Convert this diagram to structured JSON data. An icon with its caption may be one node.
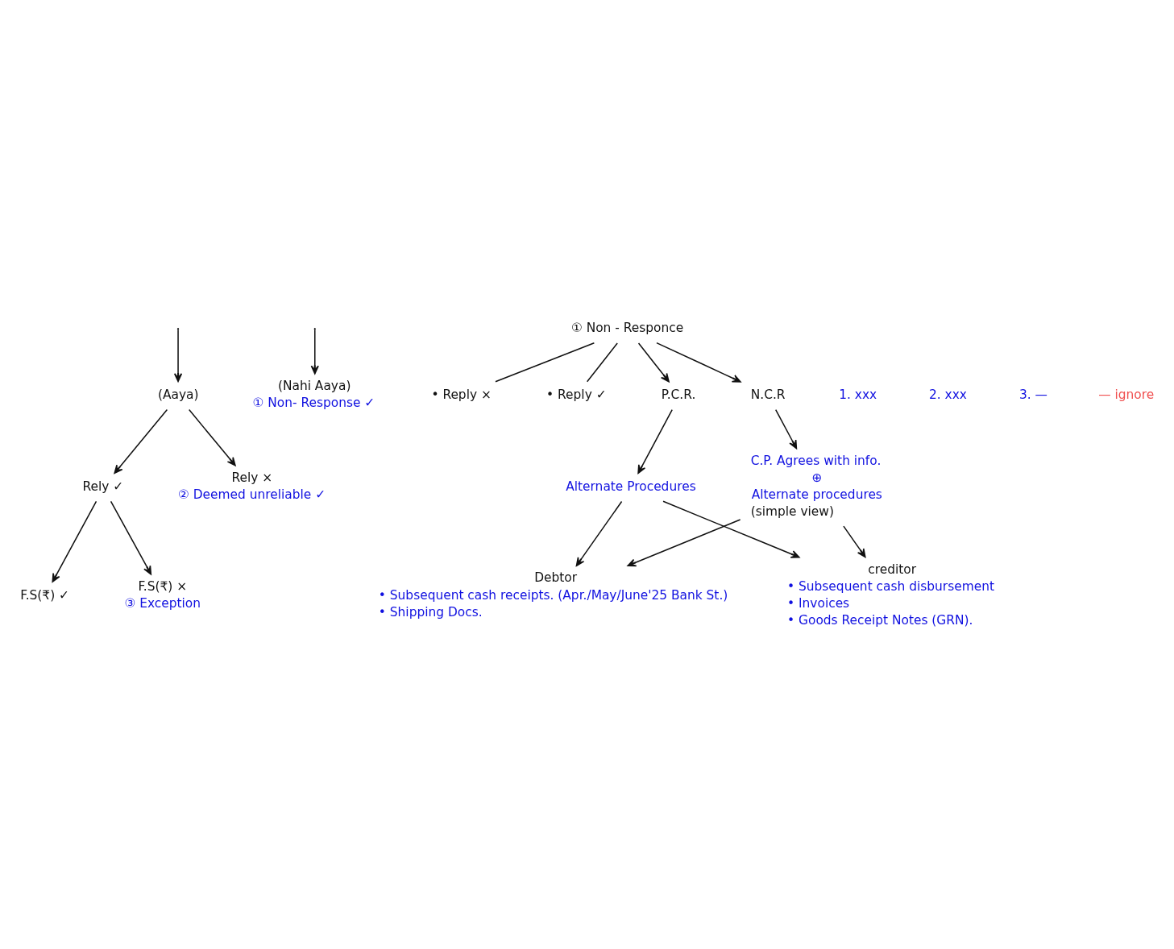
{
  "diagram": {
    "nodes": [
      {
        "text": [
          "(Aaya)"
        ]
      },
      {
        "text": [
          "(Nahi Aaya)"
        ],
        "beside": [
          "① Non- Response ✓"
        ]
      },
      {
        "text": [
          "Rely ✓"
        ]
      },
      {
        "text": [
          "Rely ×"
        ],
        "beside": [
          "② Deemed unreliable ✓"
        ]
      },
      {
        "text": [
          "F.S(₹) ✓"
        ]
      },
      {
        "text": [
          "F.S(₹) ×"
        ],
        "beside": [
          "③ Exception"
        ]
      },
      {
        "text": [
          "① Non - Responce"
        ]
      },
      {
        "text": [
          "• Reply ×"
        ]
      },
      {
        "text": [
          "• Reply ✓"
        ]
      },
      {
        "text": [
          "P.C.R."
        ]
      },
      {
        "text": [
          "N.C.R"
        ]
      },
      {
        "text": [
          "Alternate Procedures"
        ]
      },
      {
        "text": [
          "C.P. Agrees with info.",
          "⊕",
          "Alternate procedures"
        ],
        "beside": [
          "(simple view)"
        ]
      },
      {
        "text": [
          "Debtor"
        ],
        "beside": [
          "• Subsequent cash receipts. (Apr./May/June'25 Bank St.)",
          "• Shipping Docs."
        ]
      },
      {
        "text": [
          "creditor"
        ],
        "beside": [
          "• Subsequent cash disbursement",
          "• Invoices",
          "• Goods Receipt Notes (GRN)."
        ]
      }
    ],
    "edges": [
      {
        "from": null,
        "to": 0,
        "arrow": "to"
      },
      {
        "from": null,
        "to": 1,
        "arrow": "to"
      },
      {
        "from": 0,
        "to": 2,
        "arrow": "to"
      },
      {
        "from": 0,
        "to": 3,
        "arrow": "to"
      },
      {
        "from": 2,
        "to": 4,
        "arrow": "to"
      },
      {
        "from": 2,
        "to": 5,
        "arrow": "to"
      },
      {
        "from": 6,
        "to": 7,
        "arrow": "none"
      },
      {
        "from": 6,
        "to": 8,
        "arrow": "none"
      },
      {
        "from": 6,
        "to": 9,
        "arrow": "to"
      },
      {
        "from": 6,
        "to": 10,
        "arrow": "to"
      },
      {
        "from": 9,
        "to": 11,
        "arrow": "to"
      },
      {
        "from": 10,
        "to": 12,
        "arrow": "to"
      },
      {
        "from": 11,
        "to": 13,
        "arrow": "to"
      },
      {
        "from": 11,
        "to": 14,
        "arrow": "to"
      },
      {
        "from": 12,
        "to": 13,
        "arrow": "to"
      },
      {
        "from": 12,
        "to": 14,
        "arrow": "to"
      }
    ],
    "labels": [
      "1. xxx",
      "2. xxx",
      "3. —",
      "— ignore"
    ]
  }
}
